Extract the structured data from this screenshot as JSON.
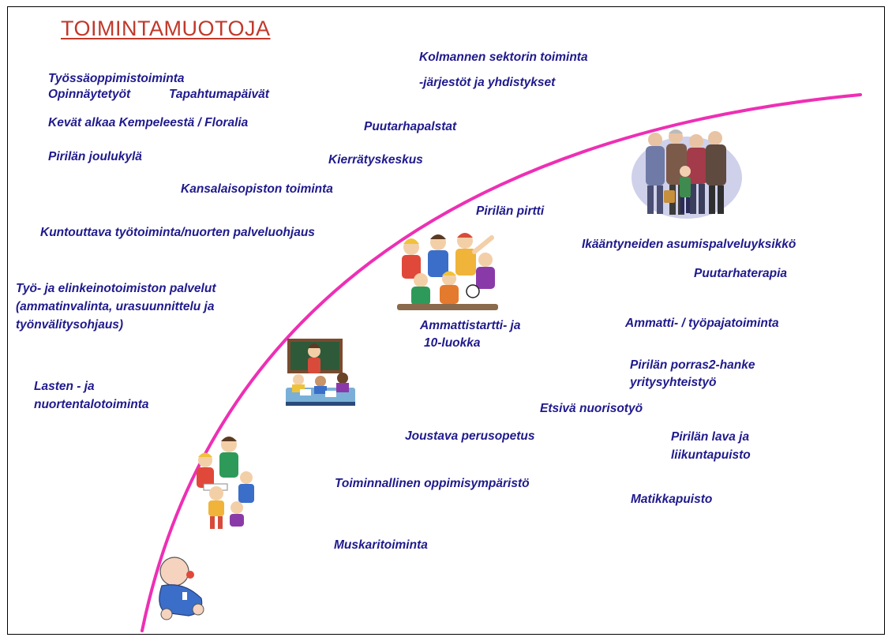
{
  "title": "TOIMINTAMUOTOJA",
  "colors": {
    "title": "#c0392b",
    "text": "#1f1a8c",
    "arc": "#ee2fb4",
    "border": "#000000"
  },
  "labels": {
    "tyossaoppimis": "Työssäoppimistoiminta",
    "opinnaytetyot": "Opinnäytetyöt",
    "tapahtumapaivat": "Tapahtumapäivät",
    "kevat": "Kevät alkaa Kempeleestä / Floralia",
    "joulukyla": "Pirilän joulukylä",
    "kansalaisopisto": "Kansalaisopiston toiminta",
    "kuntouttava": "Kuntouttava työtoiminta/nuorten palveluohjaus",
    "tyo_elinkeino_1": "Työ- ja elinkeinotoimiston palvelut",
    "tyo_elinkeino_2": "(ammatinvalinta, urasuunnittelu ja",
    "tyo_elinkeino_3": "työnvälitysohjaus)",
    "lasten_1": "Lasten - ja",
    "lasten_2": "nuortentalotoiminta",
    "kolmas_1": "Kolmannen sektorin toiminta",
    "kolmas_2": "-järjestöt ja yhdistykset",
    "puutarhapalstat": "Puutarhapalstat",
    "kierratys": "Kierrätyskeskus",
    "pirtti": "Pirilän pirtti",
    "ikaantyneet": "Ikääntyneiden asumispalveluyksikkö",
    "puutarhaterapia": "Puutarhaterapia",
    "ammattistartti_1": "Ammattistartti- ja",
    "ammattistartti_2": "10-luokka",
    "tyopaja": "Ammatti- / työpajatoiminta",
    "porras_1": "Pirilän porras2-hanke",
    "porras_2": "yritysyhteistyö",
    "etsiva": "Etsivä nuorisotyö",
    "joustava": "Joustava perusopetus",
    "lava_1": "Pirilän lava ja",
    "lava_2": "liikuntapuisto",
    "toiminnallinen": "Toiminnallinen  oppimisympäristö",
    "matikkapuisto": "Matikkapuisto",
    "muskari": "Muskaritoiminta"
  }
}
